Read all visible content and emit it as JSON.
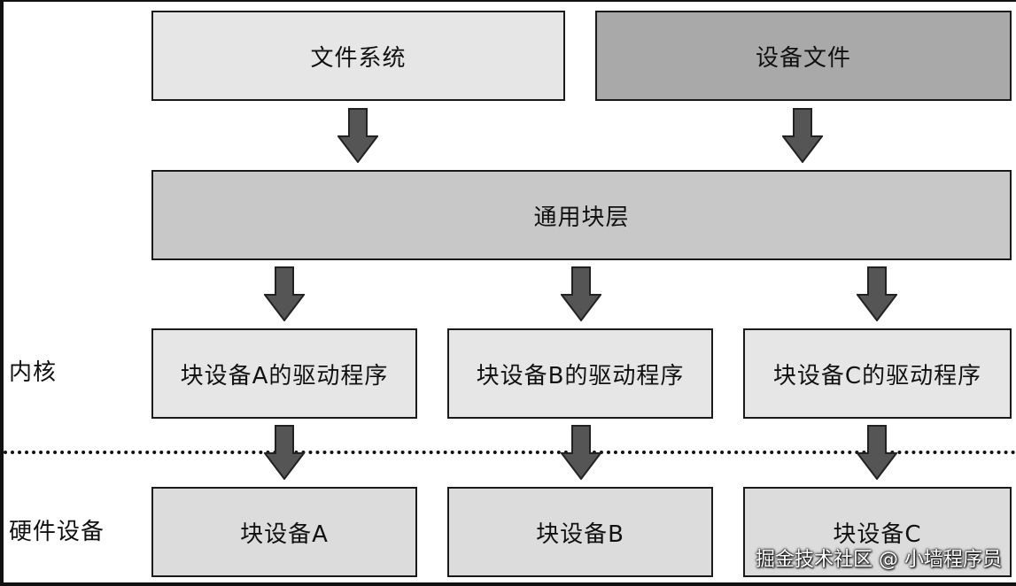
{
  "layers": {
    "filesystem": "文件系统",
    "device_file": "设备文件",
    "generic_block_layer": "通用块层",
    "driver_a": "块设备A的驱动程序",
    "driver_b": "块设备B的驱动程序",
    "driver_c": "块设备C的驱动程序",
    "device_a": "块设备A",
    "device_b": "块设备B",
    "device_c": "块设备C"
  },
  "side_labels": {
    "kernel": "内核",
    "hardware": "硬件设备"
  },
  "watermark": "掘金技术社区 @ 小墙程序员",
  "colors": {
    "arrow_fill": "#555555",
    "arrow_stroke": "#222222"
  }
}
